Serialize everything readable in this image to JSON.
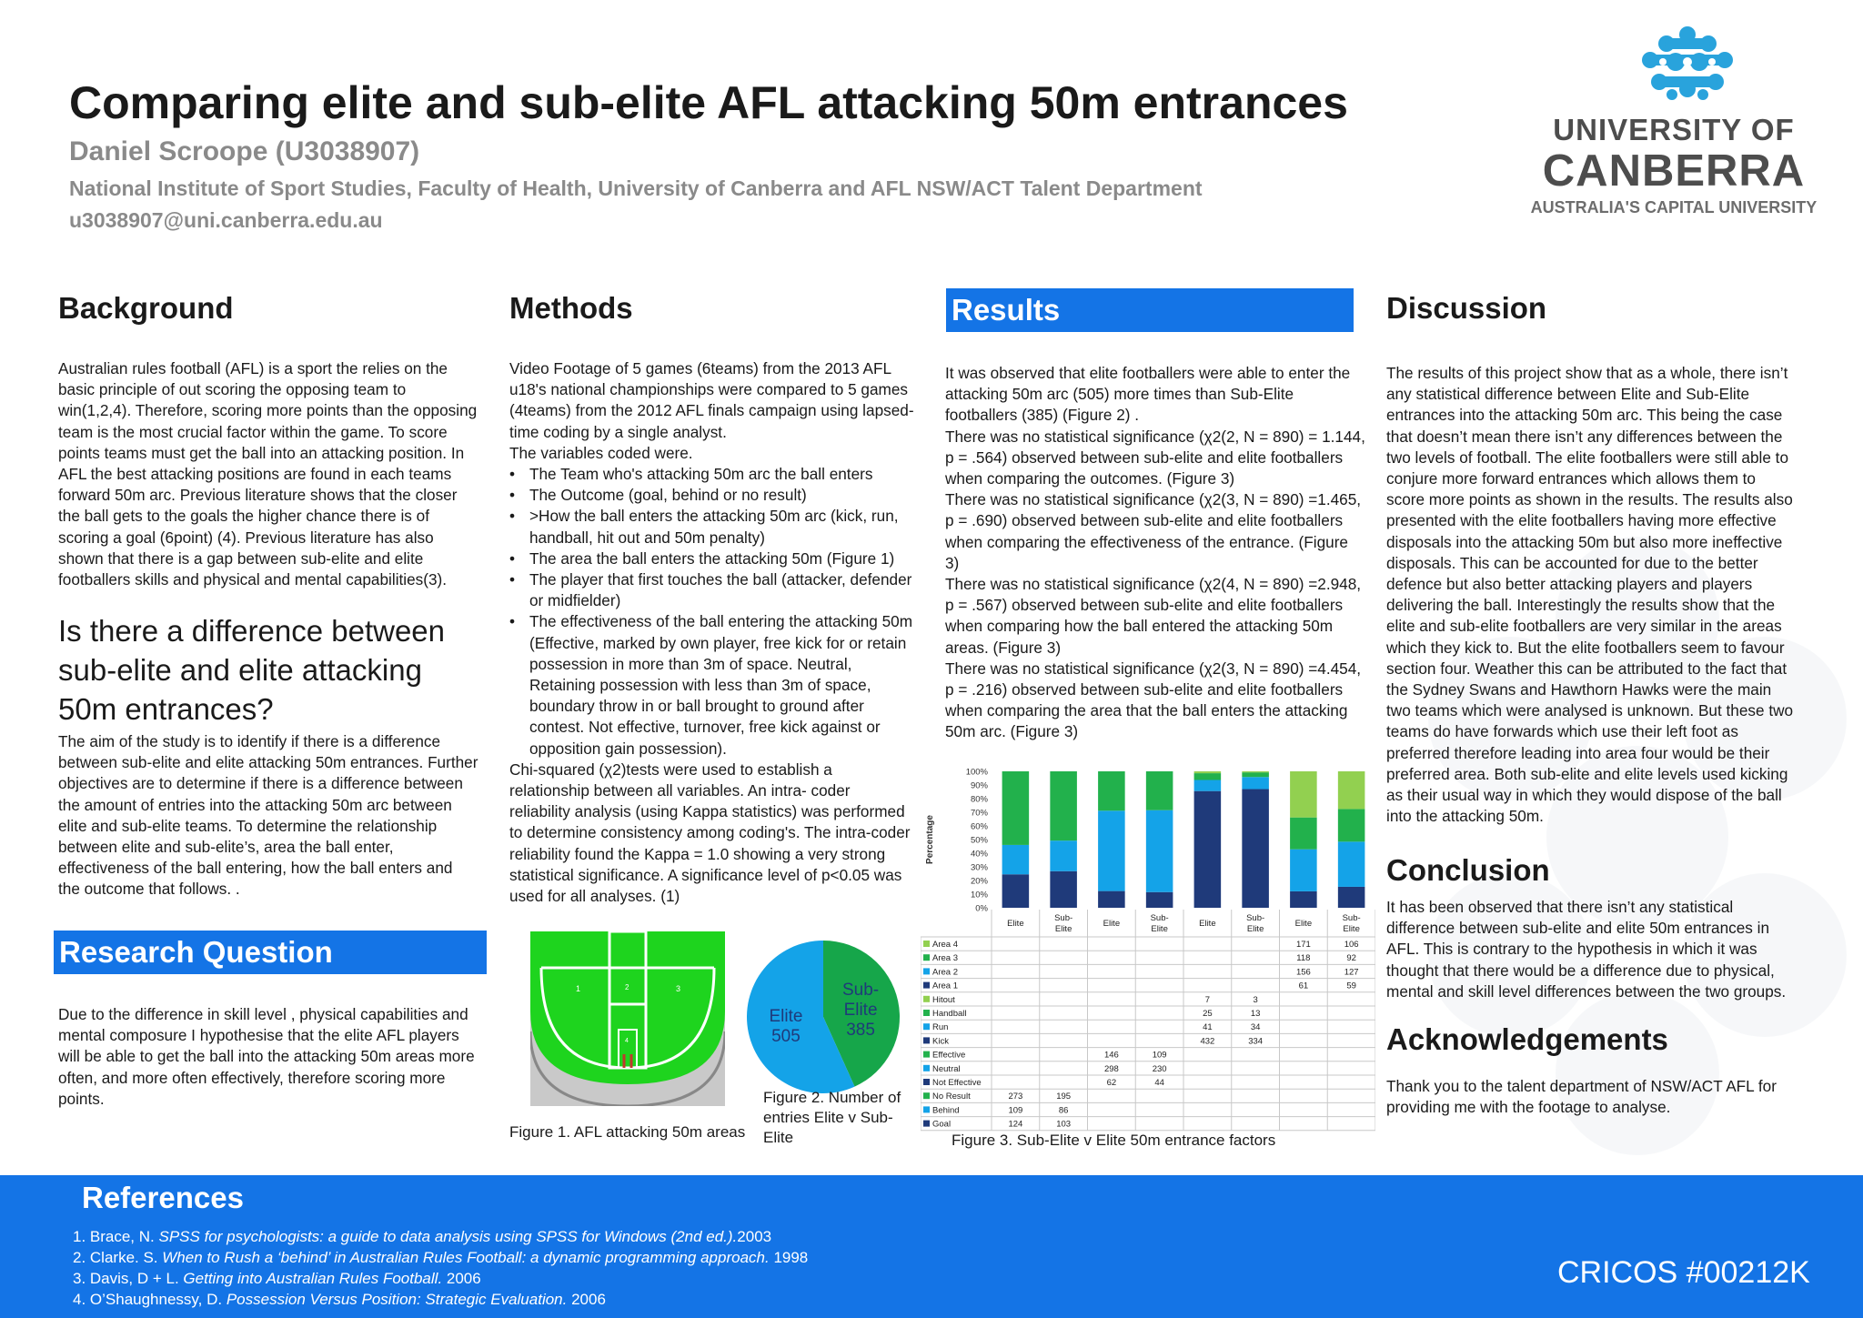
{
  "header": {
    "title": "Comparing elite and sub-elite AFL attacking 50m entrances",
    "author": "Daniel Scroope (U3038907)",
    "institution": "National Institute of Sport Studies, Faculty of Health, University of Canberra and AFL NSW/ACT Talent Department",
    "email": "u3038907@uni.canberra.edu.au"
  },
  "logo": {
    "line1": "UNIVERSITY OF",
    "line2": "CANBERRA",
    "line3": "AUSTRALIA'S CAPITAL UNIVERSITY",
    "icon": "university-molecule-logo-icon",
    "color": "#29a3dc"
  },
  "background": {
    "heading": "Background",
    "text": "Australian rules football (AFL) is a sport the relies on the basic principle of out scoring the opposing team to win(1,2,4). Therefore, scoring more points than the opposing team is the most crucial factor within the game. To score points teams must get the ball into an attacking position. In AFL the best attacking positions are found in each teams forward 50m arc. Previous literature shows that the closer the ball gets to the goals the higher chance there is of scoring a goal (6point) (4). Previous literature has also shown that there is a gap between sub-elite and elite footballers skills and physical and mental capabilities(3).",
    "question": "Is there a difference between sub-elite and elite attacking 50m entrances?",
    "aim": "The aim of the study is to identify if there is a difference between sub-elite and elite attacking 50m entrances. Further objectives are to determine if there is a difference between the amount of entries into the attacking 50m arc between elite and sub-elite teams. To determine the relationship between elite and sub-elite’s, area the ball enter, effectiveness of the ball entering, how the ball enters and the outcome that follows. ."
  },
  "research_question": {
    "heading": "Research Question",
    "text": "Due to the difference in skill level , physical capabilities and mental composure I hypothesise that the elite AFL players will be able to get the ball into the attacking 50m areas more often, and more often effectively, therefore scoring more points."
  },
  "methods": {
    "heading": "Methods",
    "intro": "Video Footage of 5 games (6teams) from the 2013 AFL u18's national championships were compared to 5 games (4teams) from the 2012 AFL finals campaign using lapsed-time coding by a single analyst.",
    "variables_intro": "The variables coded were.",
    "bullets": [
      "The Team who's attacking 50m arc the ball enters",
      " The Outcome (goal, behind or no result)",
      ">How the ball enters the attacking 50m arc (kick, run, handball, hit out and 50m penalty)",
      "The area the ball enters the attacking 50m (Figure 1)",
      "The player that first touches the ball (attacker, defender or midfielder)",
      "The effectiveness of the ball entering the attacking 50m (Effective, marked by own player, free kick for or retain possession in more than 3m of space. Neutral, Retaining possession with less than 3m of space, boundary throw in or ball brought to ground after contest. Not effective, turnover, free kick against or opposition gain possession)."
    ],
    "analysis": "Chi-squared (χ2)tests were used to establish a relationship between all variables. An intra- coder reliability analysis (using Kappa statistics) was performed to determine consistency among coding's. The intra-coder reliability found the Kappa = 1.0 showing a very strong statistical significance. A significance level of p<0.05 was used for all analyses. (1)",
    "figure1": {
      "caption": "Figure 1. AFL attacking 50m areas",
      "area_labels": [
        "1",
        "2",
        "3",
        "4"
      ]
    }
  },
  "results": {
    "heading": "Results",
    "paragraphs": [
      "It was observed that elite footballers were able to enter the attacking 50m arc (505) more times than Sub-Elite footballers (385) (Figure 2) .",
      "There was no statistical significance (χ2(2, N = 890) = 1.144, p = .564) observed between sub-elite and elite footballers when comparing the outcomes. (Figure 3)",
      "There was no statistical significance (χ2(3, N = 890) =1.465, p = .690) observed between sub-elite and elite footballers when comparing the effectiveness of the entrance. (Figure 3)",
      "There was no statistical significance (χ2(4, N = 890) =2.948, p = .567) observed between sub-elite and elite footballers when comparing how the ball entered the attacking 50m areas. (Figure 3)",
      "There was no statistical significance (χ2(3, N = 890) =4.454, p = .216) observed between sub-elite and elite footballers when comparing the area that the ball enters the attacking 50m arc. (Figure 3)"
    ],
    "figure2_caption": "Figure 2. Number of entries Elite v Sub-Elite",
    "figure3_caption": "Figure 3. Sub-Elite v Elite 50m entrance factors"
  },
  "chart_data": [
    {
      "type": "pie",
      "slices": [
        {
          "label": "Elite",
          "value": 505,
          "color": "#14a3e8"
        },
        {
          "label": "Sub-Elite",
          "value": 385,
          "color": "#16a64a"
        }
      ]
    },
    {
      "type": "bar",
      "stacked": true,
      "percent": true,
      "ylabel": "Percentage",
      "yticks": [
        "0%",
        "10%",
        "20%",
        "30%",
        "40%",
        "50%",
        "60%",
        "70%",
        "80%",
        "90%",
        "100%"
      ],
      "categories": [
        "Elite",
        "Sub-Elite",
        "Elite",
        "Sub-Elite",
        "Elite",
        "Sub-Elite",
        "Elite",
        "Sub-Elite"
      ],
      "series": [
        {
          "name": "Area 4",
          "color": "#92d050",
          "values": [
            null,
            null,
            null,
            null,
            null,
            null,
            171,
            106
          ]
        },
        {
          "name": "Area 3",
          "color": "#22b14c",
          "values": [
            null,
            null,
            null,
            null,
            null,
            null,
            118,
            92
          ]
        },
        {
          "name": "Area 2",
          "color": "#14a3e8",
          "values": [
            null,
            null,
            null,
            null,
            null,
            null,
            156,
            127
          ]
        },
        {
          "name": "Area 1",
          "color": "#1f3a7a",
          "values": [
            null,
            null,
            null,
            null,
            null,
            null,
            61,
            59
          ]
        },
        {
          "name": "Hitout",
          "color": "#92d050",
          "values": [
            null,
            null,
            null,
            null,
            7,
            3,
            null,
            null
          ]
        },
        {
          "name": "Handball",
          "color": "#22b14c",
          "values": [
            null,
            null,
            null,
            null,
            25,
            13,
            null,
            null
          ]
        },
        {
          "name": "Run",
          "color": "#14a3e8",
          "values": [
            null,
            null,
            null,
            null,
            41,
            34,
            null,
            null
          ]
        },
        {
          "name": "Kick",
          "color": "#1f3a7a",
          "values": [
            null,
            null,
            null,
            null,
            432,
            334,
            null,
            null
          ]
        },
        {
          "name": "Effective",
          "color": "#22b14c",
          "values": [
            null,
            null,
            146,
            109,
            null,
            null,
            null,
            null
          ]
        },
        {
          "name": "Neutral",
          "color": "#14a3e8",
          "values": [
            null,
            null,
            298,
            230,
            null,
            null,
            null,
            null
          ]
        },
        {
          "name": "Not Effective",
          "color": "#1f3a7a",
          "values": [
            null,
            null,
            62,
            44,
            null,
            null,
            null,
            null
          ]
        },
        {
          "name": "No Result",
          "color": "#22b14c",
          "values": [
            273,
            195,
            null,
            null,
            null,
            null,
            null,
            null
          ]
        },
        {
          "name": "Behind",
          "color": "#14a3e8",
          "values": [
            109,
            86,
            null,
            null,
            null,
            null,
            null,
            null
          ]
        },
        {
          "name": "Goal",
          "color": "#1f3a7a",
          "values": [
            124,
            103,
            null,
            null,
            null,
            null,
            null,
            null
          ]
        }
      ]
    }
  ],
  "discussion": {
    "heading": "Discussion",
    "text": "The results of this project show that as a whole, there isn’t any statistical difference between Elite and Sub-Elite entrances into the attacking 50m arc. This being the case that doesn’t mean there isn’t any differences between the two levels of football. The elite footballers were still able to conjure more forward entrances which allows them to score more points as shown in the results. The results also presented with the elite footballers having more effective disposals into the attacking 50m but also more ineffective disposals. This can be accounted for due to the better defence but also better attacking players and players delivering the ball. Interestingly the results show that the elite and sub-elite footballers are very similar in the areas which they kick to. But the elite footballers seem to favour section four. Weather this can be attributed to the fact that the Sydney Swans and Hawthorn Hawks were the main two teams which were analysed is unknown. But these two teams do have forwards which use their left foot as preferred therefore leading into area four would be their preferred area. Both sub-elite and elite levels used kicking as their usual way in which they would dispose of the ball into the attacking 50m."
  },
  "conclusion": {
    "heading": "Conclusion",
    "text": "It has been observed that there isn’t any statistical difference between sub-elite and elite 50m entrances in AFL. This is contrary to the hypothesis in which it was thought that there would be a difference due to physical, mental and skill level differences between the two groups."
  },
  "acknowledgements": {
    "heading": "Acknowledgements",
    "text": "Thank you to the talent department of NSW/ACT AFL for providing me with the footage to analyse."
  },
  "references": {
    "heading": "References",
    "items": [
      {
        "prefix": "1.  Brace, N. ",
        "title": "SPSS for psychologists: a guide to data analysis using SPSS for Windows (2nd ed.).",
        "suffix": "2003"
      },
      {
        "prefix": "2. Clarke. S. ",
        "title": "When to Rush a ‘behind’ in Australian Rules Football: a dynamic programming approach.",
        "suffix": " 1998"
      },
      {
        "prefix": "3. Davis, D + L. ",
        "title": "Getting into Australian Rules Football.",
        "suffix": " 2006"
      },
      {
        "prefix": "4. O’Shaughnessy, D. ",
        "title": "Possession Versus Position: Strategic Evaluation.",
        "suffix": " 2006"
      }
    ],
    "cricos": "CRICOS #00212K"
  }
}
